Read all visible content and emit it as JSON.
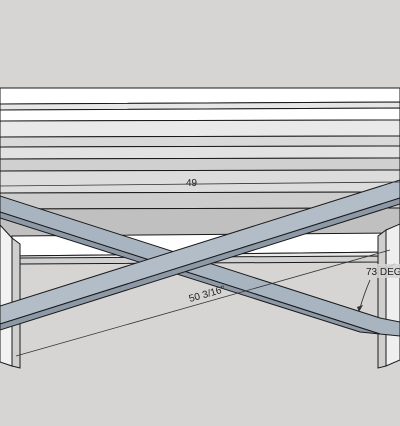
{
  "viewport": {
    "background_color": "#d6d5d3"
  },
  "colors": {
    "white_board": "#ffffff",
    "light_gray_board": "#e6e6e6",
    "mid_gray_board": "#c9c9c9",
    "dark_gray_board": "#b5b5b5",
    "steel_blue_brace": "#a8b4c0",
    "steel_blue_brace_shadow": "#8d99a6",
    "outline": "#1a1a1a"
  },
  "dimensions": {
    "top_width": "49",
    "brace_length": "50 3/16\"",
    "brace_angle": "73 DEG"
  }
}
